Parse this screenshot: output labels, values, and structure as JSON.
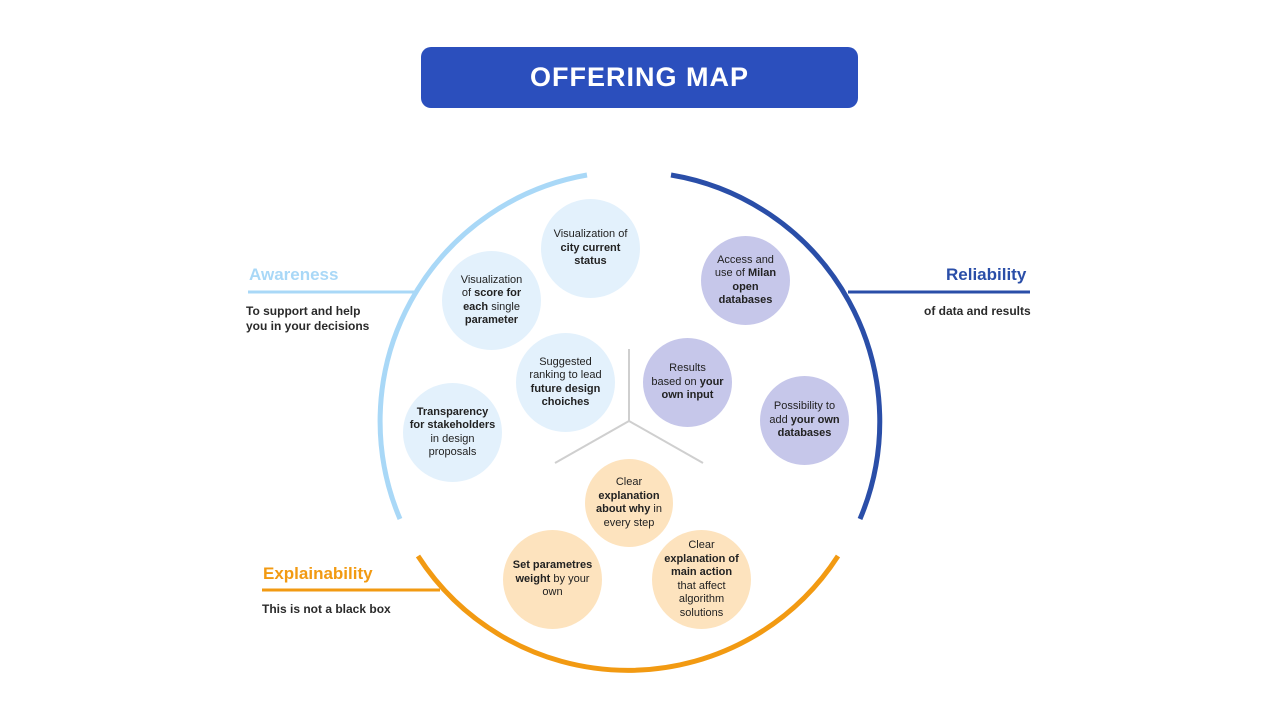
{
  "title": "OFFERING MAP",
  "colors": {
    "banner": "#2b4fbd",
    "awareness": "#a9d8f7",
    "reliability": "#2a4ea8",
    "explainability": "#f29a12",
    "bubble_awareness": "#e3f1fc",
    "bubble_reliability": "#c6c7ea",
    "bubble_explainability": "#fde3be",
    "divider": "#cfcfcf"
  },
  "sections": {
    "awareness": {
      "heading": "Awareness",
      "line1": "To support and help",
      "line2": "you in your decisions"
    },
    "reliability": {
      "heading": "Reliability",
      "line1": "of data and results"
    },
    "explainability": {
      "heading": "Explainability",
      "line1": "This is not a black box"
    }
  },
  "bubbles": {
    "city_status": {
      "l1": "Visualization of",
      "l2b": "city current",
      "l3b": "status"
    },
    "score": {
      "l1": "Visualization",
      "l2a": "of ",
      "l2b": "score for",
      "l3b": "each",
      "l3a": " single",
      "l4b": "parameter"
    },
    "ranking": {
      "l1": "Suggested",
      "l2": "ranking to lead",
      "l3b": "future design",
      "l4b": "choiches"
    },
    "transparency": {
      "l1b": "Transparency",
      "l2b": "for stakeholders",
      "l3": "in design",
      "l4": "proposals"
    },
    "milan_db": {
      "l1": "Access and",
      "l2a": "use of ",
      "l2b": "Milan",
      "l3b": "open",
      "l4b": "databases"
    },
    "your_input": {
      "l1": "Results",
      "l2a": "based on ",
      "l2b": "your",
      "l3b": "own input"
    },
    "own_db": {
      "l1": "Possibility to",
      "l2a": "add ",
      "l2b": "your own",
      "l3b": "databases"
    },
    "why": {
      "l1": "Clear",
      "l2b": "explanation",
      "l3b": "about why",
      "l3a": " in",
      "l4": "every step"
    },
    "weight": {
      "l1b": "Set parametres",
      "l2b": "weight",
      "l2a": " by your",
      "l3": "own"
    },
    "main_action": {
      "l1": "Clear",
      "l2b": "explanation of",
      "l3b": "main action",
      "l4": "that affect",
      "l5": "algorithm",
      "l6": "solutions"
    }
  }
}
